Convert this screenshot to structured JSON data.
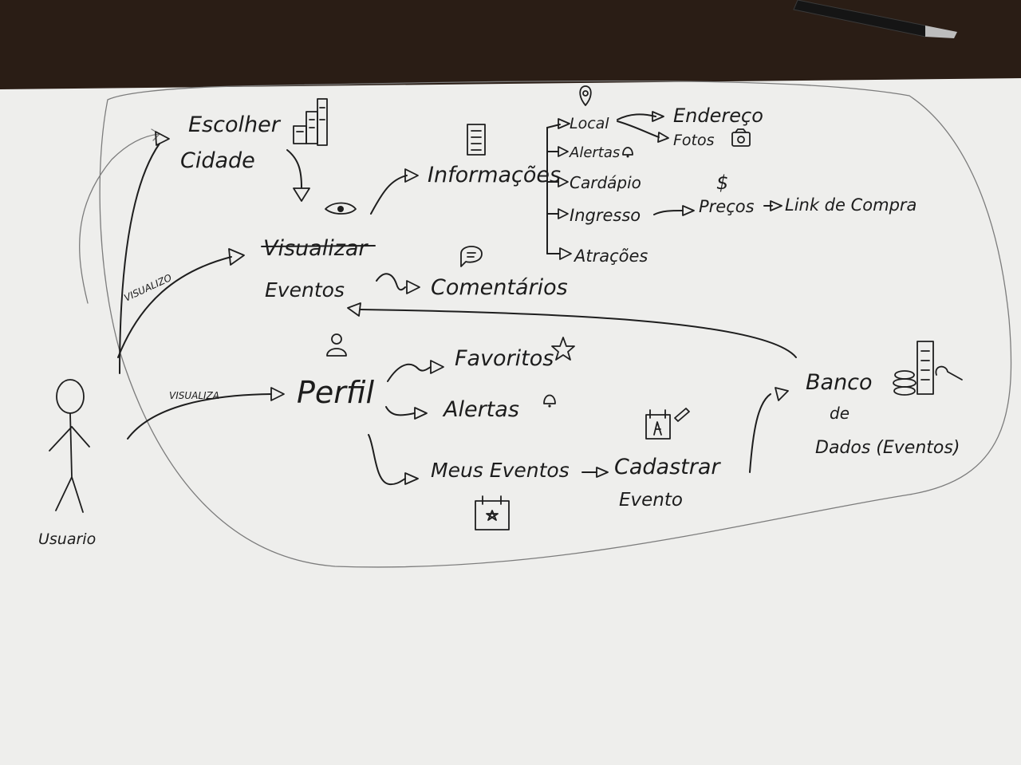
{
  "colors": {
    "paper": "#f1f1ef",
    "desk": "#2a1d15",
    "ink": "#1e1e1e",
    "pencil": "#7c7c7c"
  },
  "diagram": {
    "actor": {
      "label": "Usuario"
    },
    "edges": {
      "visualizo": "VISUALIZO",
      "visualiza": "VISUALIZA"
    },
    "nodes": {
      "escolher_cidade": [
        "Escolher",
        "Cidade"
      ],
      "visualizar": "Visualizar",
      "eventos": "Eventos",
      "informacoes": "Informações",
      "comentarios": "Comentários",
      "local": "Local",
      "endereco": "Endereço",
      "fotos": "Fotos",
      "alertas_info": "Alertas",
      "cardapio": "Cardápio",
      "ingresso": "Ingresso",
      "precos": "Preços",
      "link_compra": "Link de Compra",
      "atracoes": "Atrações",
      "perfil": "Perfil",
      "favoritos": "Favoritos",
      "alertas_perfil": "Alertas",
      "meus_eventos": "Meus Eventos",
      "cadastrar_evento": [
        "Cadastrar",
        "Evento"
      ],
      "banco_dados": [
        "Banco",
        "de",
        "Dados (Eventos)"
      ]
    },
    "icons": {
      "dollar": "$",
      "city": "city-buildings-icon",
      "eye": "eye-icon",
      "list": "list-document-icon",
      "pin": "location-pin-icon",
      "camera": "camera-icon",
      "bell": "bell-icon",
      "comment": "comment-bubble-icon",
      "person": "person-icon",
      "star": "star-icon",
      "calendar": "calendar-icon",
      "database": "database-icon",
      "pen": "pen-icon"
    }
  }
}
